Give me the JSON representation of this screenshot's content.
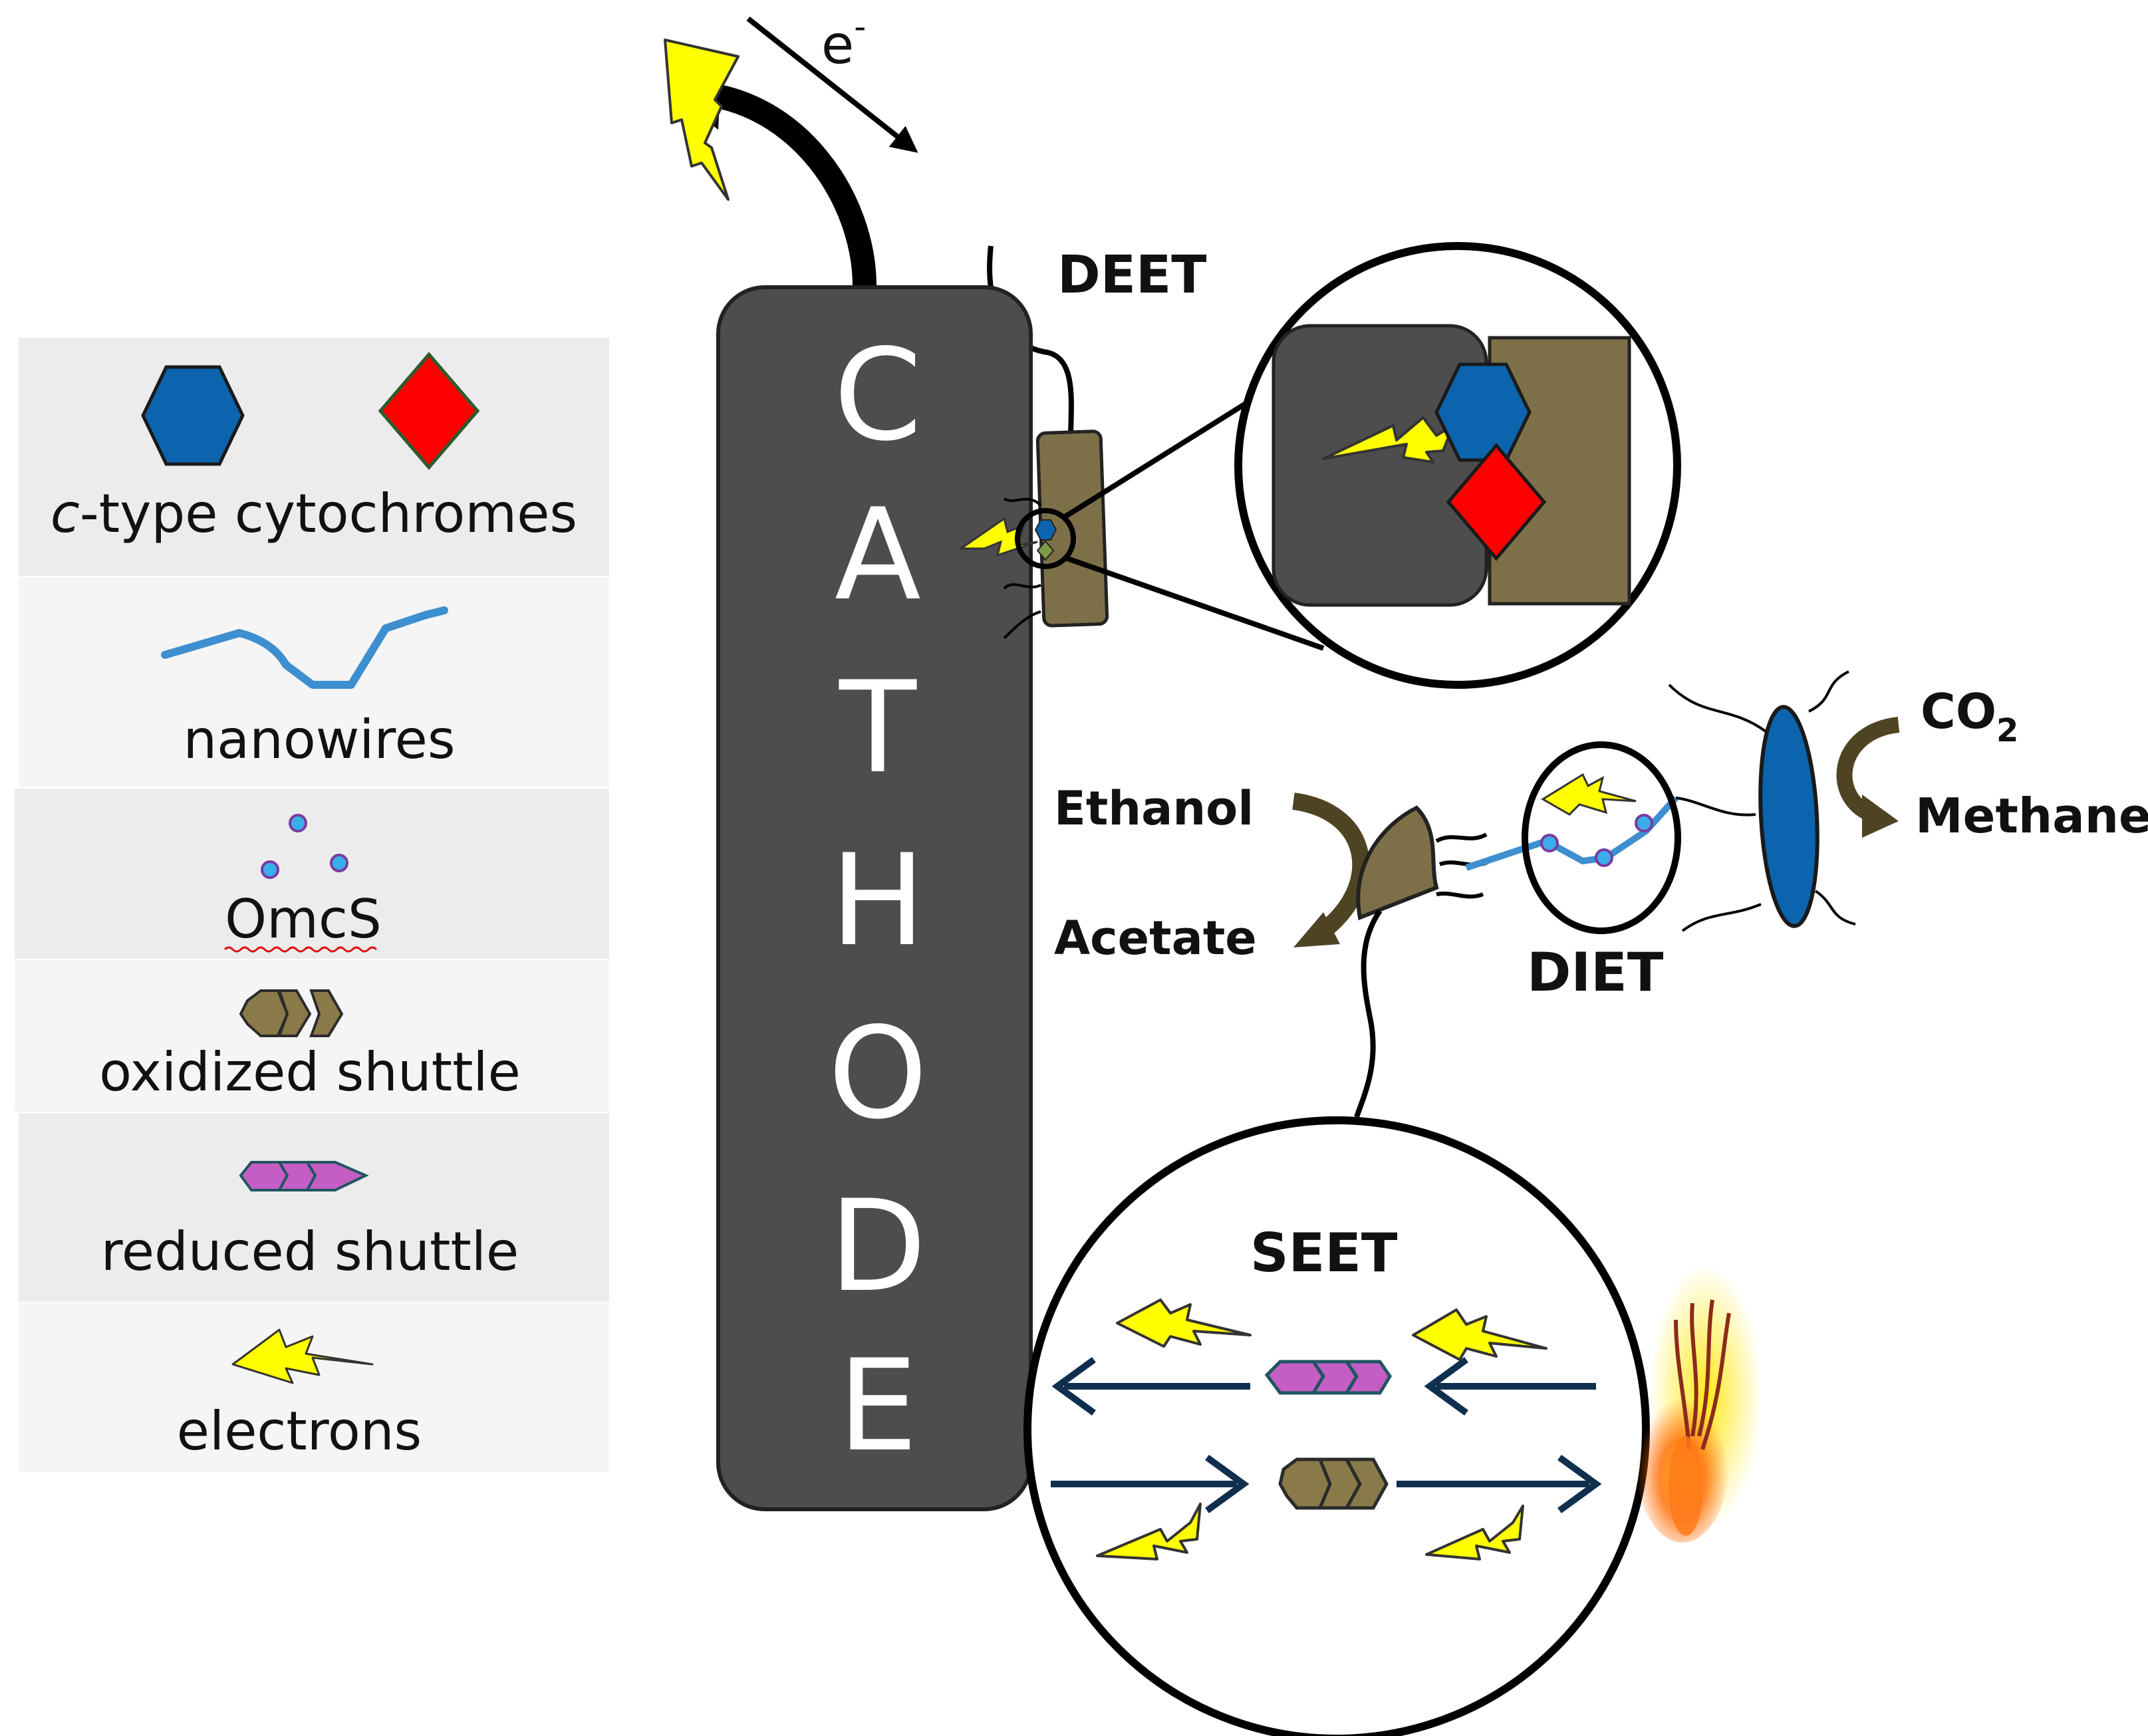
{
  "legend": {
    "cytochromes": {
      "prefix": "c",
      "suffix": "-type cytochromes"
    },
    "nanowires": "nanowires",
    "omcs": "OmcS",
    "oxidized_shuttle": "oxidized shuttle",
    "reduced_shuttle": "reduced shuttle",
    "electrons": "electrons"
  },
  "cathode": {
    "letters": [
      "C",
      "A",
      "T",
      "H",
      "O",
      "D",
      "E"
    ]
  },
  "labels": {
    "electron": "e",
    "electron_sup": "-",
    "deet": "DEET",
    "diet": "DIET",
    "seet": "SEET",
    "ethanol": "Ethanol",
    "acetate": "Acetate",
    "co2": "CO",
    "co2_sub": "2",
    "methane": "Methane"
  },
  "colors": {
    "cathode": "#4d4d4d",
    "bacterium": "#7d7048",
    "cytochrome_hex": "#0b64ad",
    "cytochrome_diamond": "#ff0000",
    "nanowire": "#3d8fcf",
    "reduced_shuttle": "#c45ec4",
    "oxidized_shuttle": "#8a7a4a",
    "electron": "#ffff00",
    "arrow": "#0f2f4f",
    "legend_bg": "#ececec"
  }
}
